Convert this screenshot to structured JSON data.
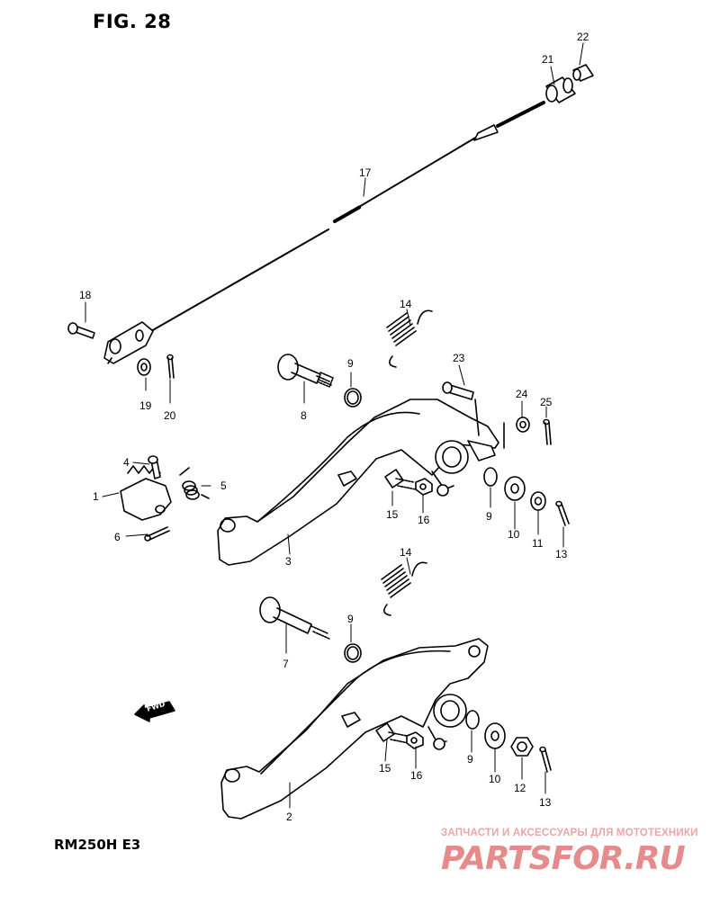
{
  "figure": {
    "title": "FIG. 28",
    "model": "RM250H  E3",
    "fwd_marker": "FWD"
  },
  "watermark": {
    "line": "ЗАПЧАСТИ И АКСЕССУАРЫ ДЛЯ МОТОТЕХНИКИ",
    "logo": "PARTSFOR.RU",
    "color": "#e58b8b"
  },
  "callouts": [
    "22",
    "21",
    "17",
    "18",
    "19",
    "20",
    "14",
    "9",
    "8",
    "23",
    "24",
    "25",
    "4",
    "5",
    "1",
    "6",
    "3",
    "15",
    "16",
    "9",
    "10",
    "11",
    "13",
    "14",
    "9",
    "7",
    "15",
    "16",
    "9",
    "10",
    "12",
    "13",
    "2"
  ]
}
